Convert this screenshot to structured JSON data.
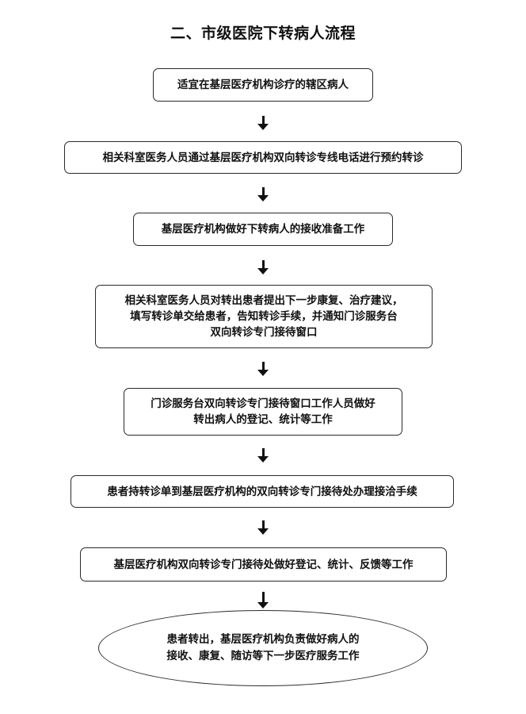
{
  "title": "二、市级医院下转病人流程",
  "steps": [
    {
      "lines": [
        "适宜在基层医疗机构诊疗的辖区病人"
      ]
    },
    {
      "lines": [
        "相关科室医务人员通过基层医疗机构双向转诊专线电话进行预约转诊"
      ]
    },
    {
      "lines": [
        "基层医疗机构做好下转病人的接收准备工作"
      ]
    },
    {
      "lines": [
        "相关科室医务人员对转出患者提出下一步康复、治疗建议，",
        "填写转诊单交给患者，告知转诊手续，并通知门诊服务台",
        "双向转诊专门接待窗口"
      ]
    },
    {
      "lines": [
        "门诊服务台双向转诊专门接待窗口工作人员做好",
        "转出病人的登记、统计等工作"
      ]
    },
    {
      "lines": [
        "患者持转诊单到基层医疗机构的双向转诊专门接待处办理接洽手续"
      ]
    },
    {
      "lines": [
        "基层医疗机构双向转诊专门接待处做好登记、统计、反馈等工作"
      ]
    },
    {
      "lines": [
        "患者转出，基层医疗机构负责做好病人的",
        "接收、康复、随访等下一步医疗服务工作"
      ]
    }
  ]
}
